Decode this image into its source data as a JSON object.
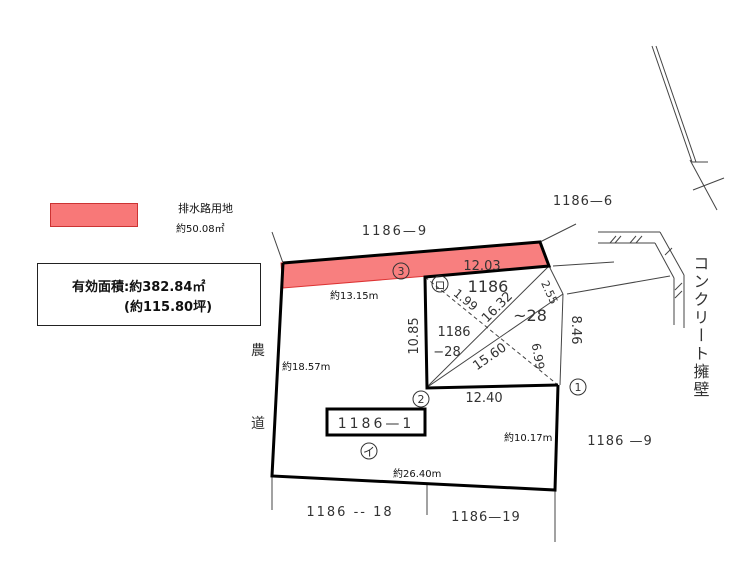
{
  "legend": {
    "color": "#f87878",
    "label": "排水路用地",
    "area": "約50.08㎡"
  },
  "effective_area": {
    "main": "有効面積:約382.84㎡",
    "tsubo": "(約115.80坪)"
  },
  "parcels": {
    "north": "1186—9",
    "northeast": "1186—6",
    "east": "1186 —9",
    "south_left": "1186 -- 18",
    "south_right": "1186—19",
    "lot_i_label": "1186—1",
    "lot_i_mark": "イ",
    "lot_ro_mark": "ロ",
    "lot_ro_number": "1186",
    "lot_ro_suffix": "~28",
    "lot_ro_inner": "1186",
    "lot_ro_inner2": "−28"
  },
  "road": {
    "char1": "農",
    "char2": "道"
  },
  "wall": "コンクリート擁壁",
  "points": {
    "p1": "1",
    "p2": "2",
    "p3": "3"
  },
  "survey_dimensions": {
    "top": "12.03",
    "left": "10.85",
    "bottom": "12.40",
    "right": "8.46",
    "corner": "2.55",
    "diag1": "16.32",
    "diag2": "15.60",
    "dash1": "1.99",
    "dash2": "6.99"
  },
  "measurements": {
    "strip_bottom": "約13.15m",
    "left_side": "約18.57m",
    "right_side": "約10.17m",
    "bottom_side": "約26.40m"
  }
}
